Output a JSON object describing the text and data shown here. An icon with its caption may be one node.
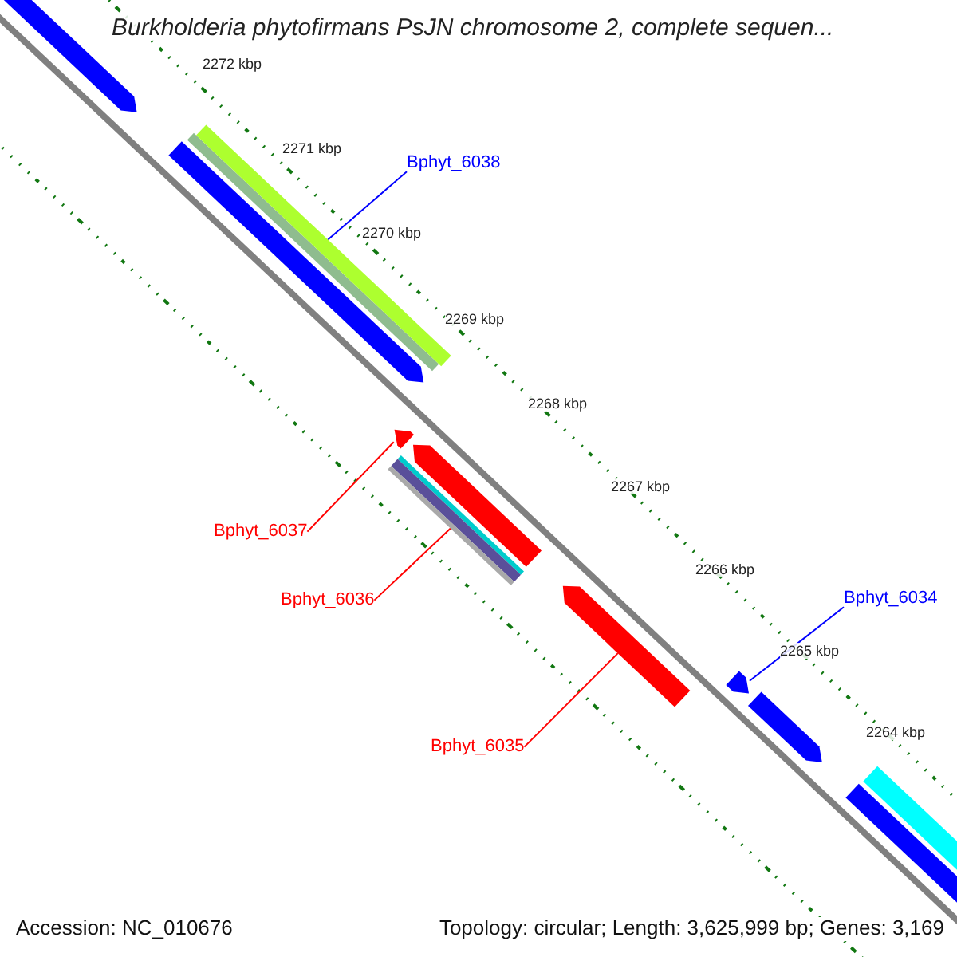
{
  "diagram": {
    "title": "Burkholderia phytofirmans PsJN chromosome 2, complete sequen...",
    "nodes": [
      {
        "text": [
          "Bphyt_6038"
        ]
      },
      {
        "text": [],
        "shape": "arrow"
      },
      {
        "text": [
          "Bphyt_6037"
        ]
      },
      {
        "text": [],
        "shape": "arrow"
      },
      {
        "text": [
          "Bphyt_6034"
        ]
      },
      {
        "text": [],
        "shape": "arrow"
      },
      {
        "text": [
          "Bphyt_6036"
        ]
      },
      {
        "text": [],
        "shape": "arrow"
      },
      {
        "text": [
          "Bphyt_6035"
        ]
      },
      {
        "text": [],
        "shape": "arrow"
      }
    ],
    "edges": [
      {
        "from": 0,
        "to": 1,
        "arrow": "none",
        "color": "#0000ff"
      },
      {
        "from": 2,
        "to": 3,
        "arrow": "none",
        "color": "#ff0000"
      },
      {
        "from": 4,
        "to": 5,
        "arrow": "none",
        "color": "#0000ff"
      },
      {
        "from": 6,
        "to": 7,
        "arrow": "none",
        "color": "#ff0000"
      },
      {
        "from": 8,
        "to": 9,
        "arrow": "none",
        "color": "#ff0000"
      }
    ],
    "labels": [
      "2272 kbp",
      "2271 kbp",
      "2270 kbp",
      "2269 kbp",
      "2268 kbp",
      "2267 kbp",
      "2266 kbp",
      "2265 kbp",
      "2264 kbp",
      "Accession: NC_010676",
      "Topology: circular; Length: 3,625,999 bp; Genes: 3,169"
    ]
  }
}
